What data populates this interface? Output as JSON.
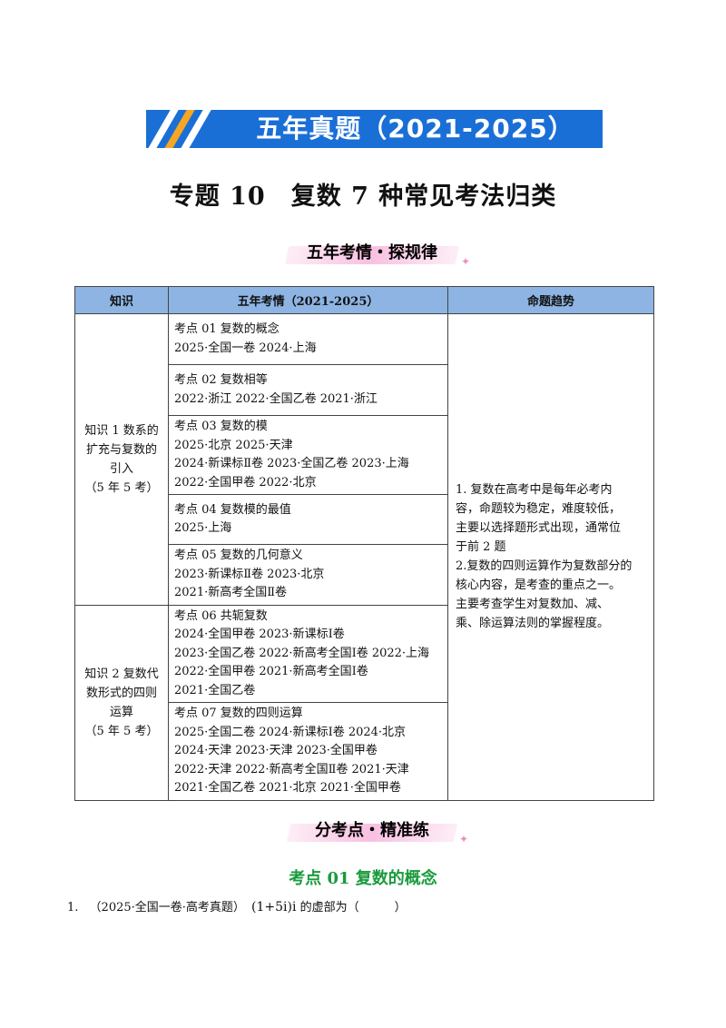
{
  "banner": {
    "title": "五年真题（2021-2025）",
    "color": "#1a6fd6",
    "stripe_colors": [
      "#ffffff",
      "#f6a623",
      "#ffffff"
    ]
  },
  "main_title": "专题 10　复数 7 种常见考法归类",
  "section1": {
    "title": "五年考情・探规律"
  },
  "table": {
    "headers": [
      "知识",
      "五年考情（2021-2025）",
      "命题趋势"
    ],
    "header_bg": "#8eb4e3",
    "knowledge": [
      [
        "知识 1 数系的",
        "扩充与复数的",
        "引入",
        "（5 年 5 考）"
      ],
      [
        "知识 2 复数代",
        "数形式的四则",
        "运算",
        "（5 年 5 考）"
      ]
    ],
    "exam_points": [
      [
        "考点 01 复数的概念",
        "2025·全国一卷  2024·上海"
      ],
      [
        "考点 02 复数相等",
        "2022·浙江  2022·全国乙卷  2021·浙江"
      ],
      [
        "考点 03 复数的模",
        "2025·北京  2025·天津",
        "2024·新课标Ⅱ卷 2023·全国乙卷  2023·上海",
        "2022·全国甲卷  2022·北京"
      ],
      [
        "考点 04 复数模的最值",
        "2025·上海"
      ],
      [
        "考点 05 复数的几何意义",
        "2023·新课标Ⅱ卷  2023·北京",
        "2021·新高考全国Ⅱ卷"
      ],
      [
        "考点 06 共轭复数",
        "2024·全国甲卷  2023·新课标Ⅰ卷",
        "2023·全国乙卷 2022·新高考全国Ⅰ卷  2022·上海",
        "2022·全国甲卷  2021·新高考全国Ⅰ卷",
        "2021·全国乙卷"
      ],
      [
        "考点 07 复数的四则运算",
        "2025·全国二卷 2024·新课标Ⅰ卷 2024·北京",
        "2024·天津 2023·天津 2023·全国甲卷",
        "2022·天津 2022·新高考全国Ⅱ卷 2021·天津",
        "2021·全国乙卷  2021·北京  2021·全国甲卷"
      ]
    ],
    "trend": [
      "1.  复数在高考中是每年必考内",
      "容，命题较为稳定，难度较低，",
      "主要以选择题形式出现，通常位",
      "于前 2 题",
      "2.复数的四则运算作为复数部分的",
      "核心内容，是考查的重点之一。",
      "主要考查学生对复数加、减、",
      "乘、除运算法则的掌握程度。"
    ]
  },
  "section2": {
    "title": "分考点・精准练"
  },
  "subsection": {
    "title": "考点 01 复数的概念",
    "color": "#1a9b3c"
  },
  "question1": {
    "number": "1.",
    "source": "（2025·全国一卷·高考真题）",
    "formula": "(1+5i)i",
    "text": "的虚部为（　　　）"
  }
}
